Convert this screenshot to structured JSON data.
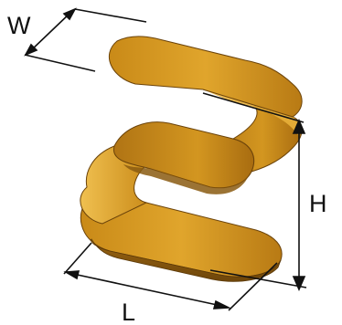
{
  "diagram": {
    "labels": {
      "width": "W",
      "height": "H",
      "length": "L"
    },
    "colors": {
      "strip_top": "#d99a1e",
      "strip_mid": "#c4831a",
      "strip_side": "#8a5a10",
      "strip_inner": "#e6b040",
      "edge": "#6b430a",
      "dimension_line": "#111111"
    }
  }
}
